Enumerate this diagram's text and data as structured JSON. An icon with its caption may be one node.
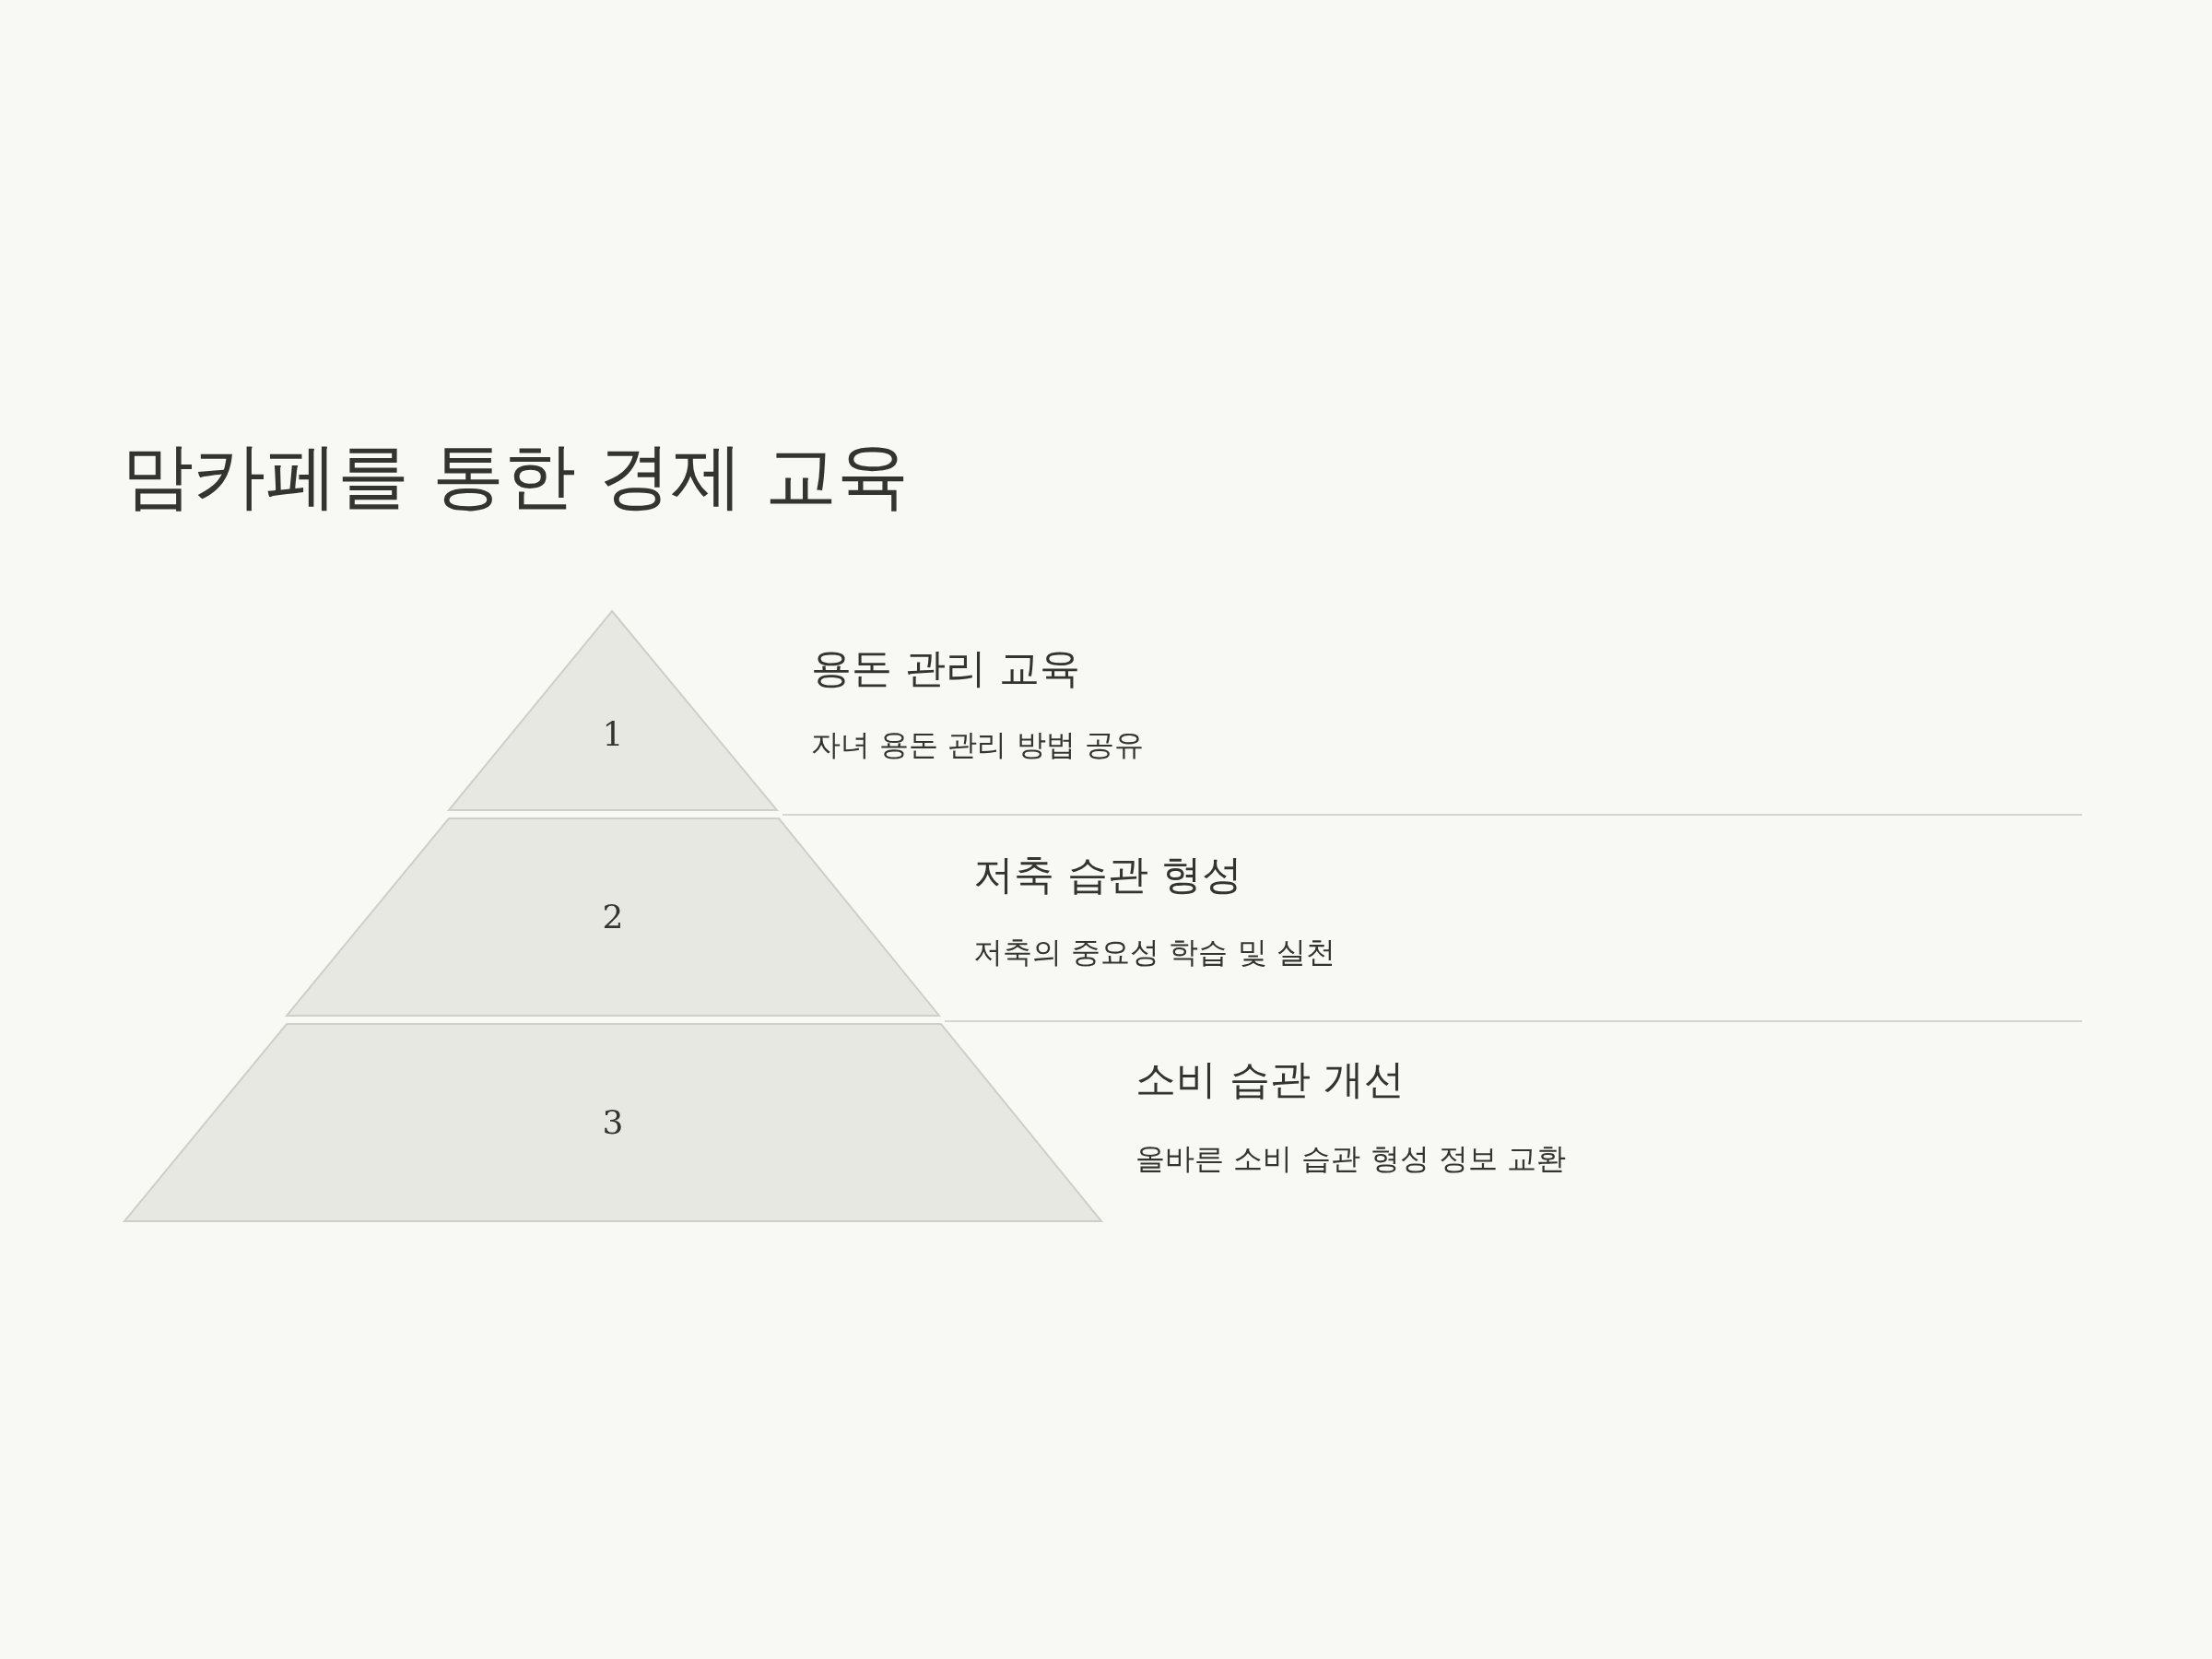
{
  "diagram": {
    "title": "맘카페를 통한 경제 교육",
    "nodes": [
      {
        "text": [
          "1"
        ],
        "beside": [
          "용돈 관리 교육",
          "자녀 용돈 관리 방법 공유"
        ]
      },
      {
        "text": [
          "2"
        ],
        "beside": [
          "저축 습관 형성",
          "저축의 중요성 학습 및 실천"
        ]
      },
      {
        "text": [
          "3"
        ],
        "beside": [
          "소비 습관 개선",
          "올바른 소비 습관 형성 정보 교환"
        ]
      }
    ]
  }
}
